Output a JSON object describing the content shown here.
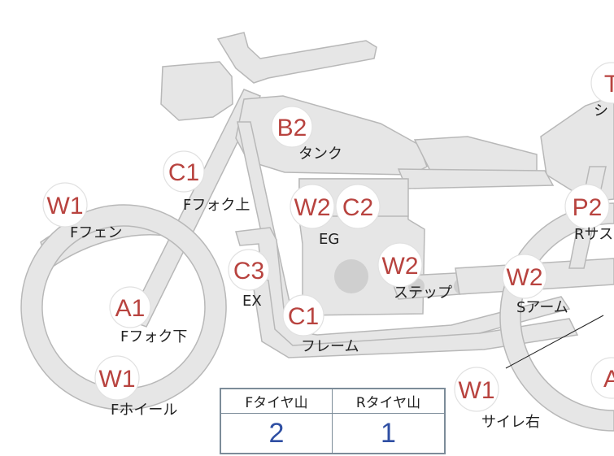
{
  "badges": [
    {
      "code": "B2",
      "label": "タンク"
    },
    {
      "code": "C1",
      "label": "Fフォク上"
    },
    {
      "code": "W1",
      "label": "Fフェン"
    },
    {
      "code": "W2",
      "label": ""
    },
    {
      "code": "C2",
      "label": "EG"
    },
    {
      "code": "C3",
      "label": "EX"
    },
    {
      "code": "W2",
      "label": "ステップ"
    },
    {
      "code": "W2",
      "label": "Sアーム"
    },
    {
      "code": "P2",
      "label": "Rサス"
    },
    {
      "code": "A1",
      "label": "Fフォク下"
    },
    {
      "code": "C1",
      "label": "フレーム"
    },
    {
      "code": "W1",
      "label": "Fホイール"
    },
    {
      "code": "W1",
      "label": "サイレ右"
    },
    {
      "code": "T",
      "label": "シ"
    },
    {
      "code": "A",
      "label": ""
    }
  ],
  "tire_table": {
    "headers": [
      "Fタイヤ山",
      "Rタイヤ山"
    ],
    "values": [
      "2",
      "1"
    ],
    "value_color": "#2f4fa3"
  },
  "colors": {
    "badge_text": "#b8433f",
    "body": "#e6e6e6"
  }
}
